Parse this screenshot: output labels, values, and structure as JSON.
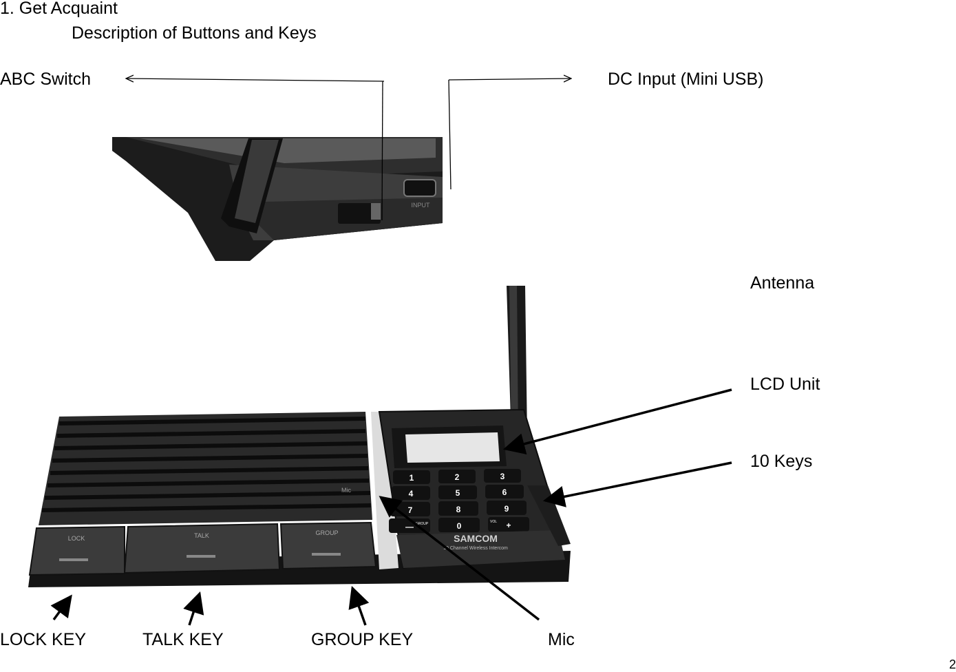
{
  "section": {
    "heading": "1. Get Acquaint",
    "subheading": "Description of Buttons and Keys"
  },
  "callouts": {
    "abc_switch": "ABC Switch",
    "dc_input": "DC Input (Mini USB)",
    "antenna": "Antenna",
    "lcd_unit": "LCD Unit",
    "ten_keys": "10 Keys",
    "lock_key": "LOCK KEY",
    "talk_key": "TALK KEY",
    "group_key": "GROUP KEY",
    "mic": "Mic"
  },
  "device": {
    "buttons": [
      "LOCK",
      "TALK",
      "GROUP"
    ],
    "keypad": [
      "1",
      "2",
      "3",
      "4",
      "5",
      "6",
      "7",
      "8",
      "9",
      "—",
      "0",
      "+"
    ],
    "keypad_small": {
      "group": "GROUP",
      "vol": "VOL"
    },
    "mic_mark": "Mic",
    "brand": "SAMCOM",
    "tagline": "10 Channel Wireless Intercom",
    "port_label": "INPUT"
  },
  "page_number": "2",
  "colors": {
    "ink": "#000000",
    "device_body": "#3a3a3a",
    "lcd": "#e6e6e6"
  }
}
